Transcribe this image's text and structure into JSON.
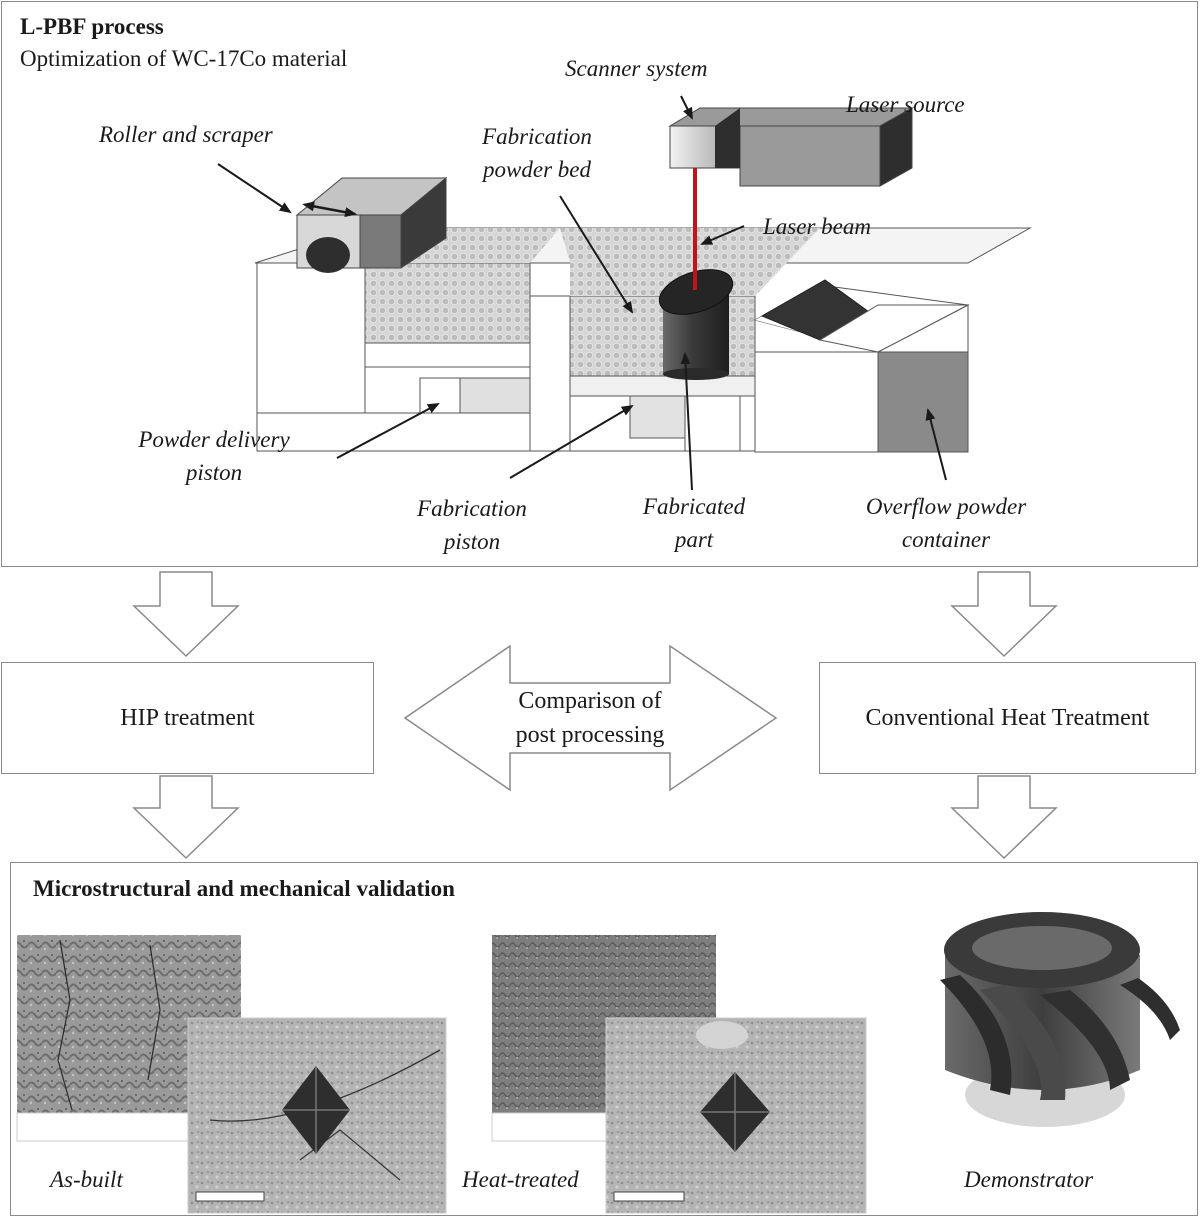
{
  "process_panel": {
    "title": "L-PBF process",
    "subtitle": "Optimization of WC-17Co material"
  },
  "labels": {
    "scanner_system": "Scanner system",
    "laser_source": "Laser source",
    "roller_scraper": "Roller and scraper",
    "fab_powder_bed_1": "Fabrication",
    "fab_powder_bed_2": "powder bed",
    "laser_beam": "Laser beam",
    "powder_delivery_1": "Powder delivery",
    "powder_delivery_2": "piston",
    "fab_piston_1": "Fabrication",
    "fab_piston_2": "piston",
    "fab_part_1": "Fabricated",
    "fab_part_2": "part",
    "overflow_1": "Overflow powder",
    "overflow_2": "container"
  },
  "post_processing": {
    "hip": "HIP treatment",
    "comparison_1": "Comparison of",
    "comparison_2": "post processing",
    "conventional": "Conventional Heat Treatment"
  },
  "validation_panel": {
    "title": "Microstructural and mechanical validation",
    "as_built": "As-built",
    "heat_treated": "Heat-treated",
    "demonstrator": "Demonstrator"
  },
  "colors": {
    "laser": "#c0141c",
    "border": "#8a8a8a",
    "dark_gray": "#3c3c3c",
    "mid_gray": "#8c8c8c",
    "powder": "#c8c8c8"
  }
}
